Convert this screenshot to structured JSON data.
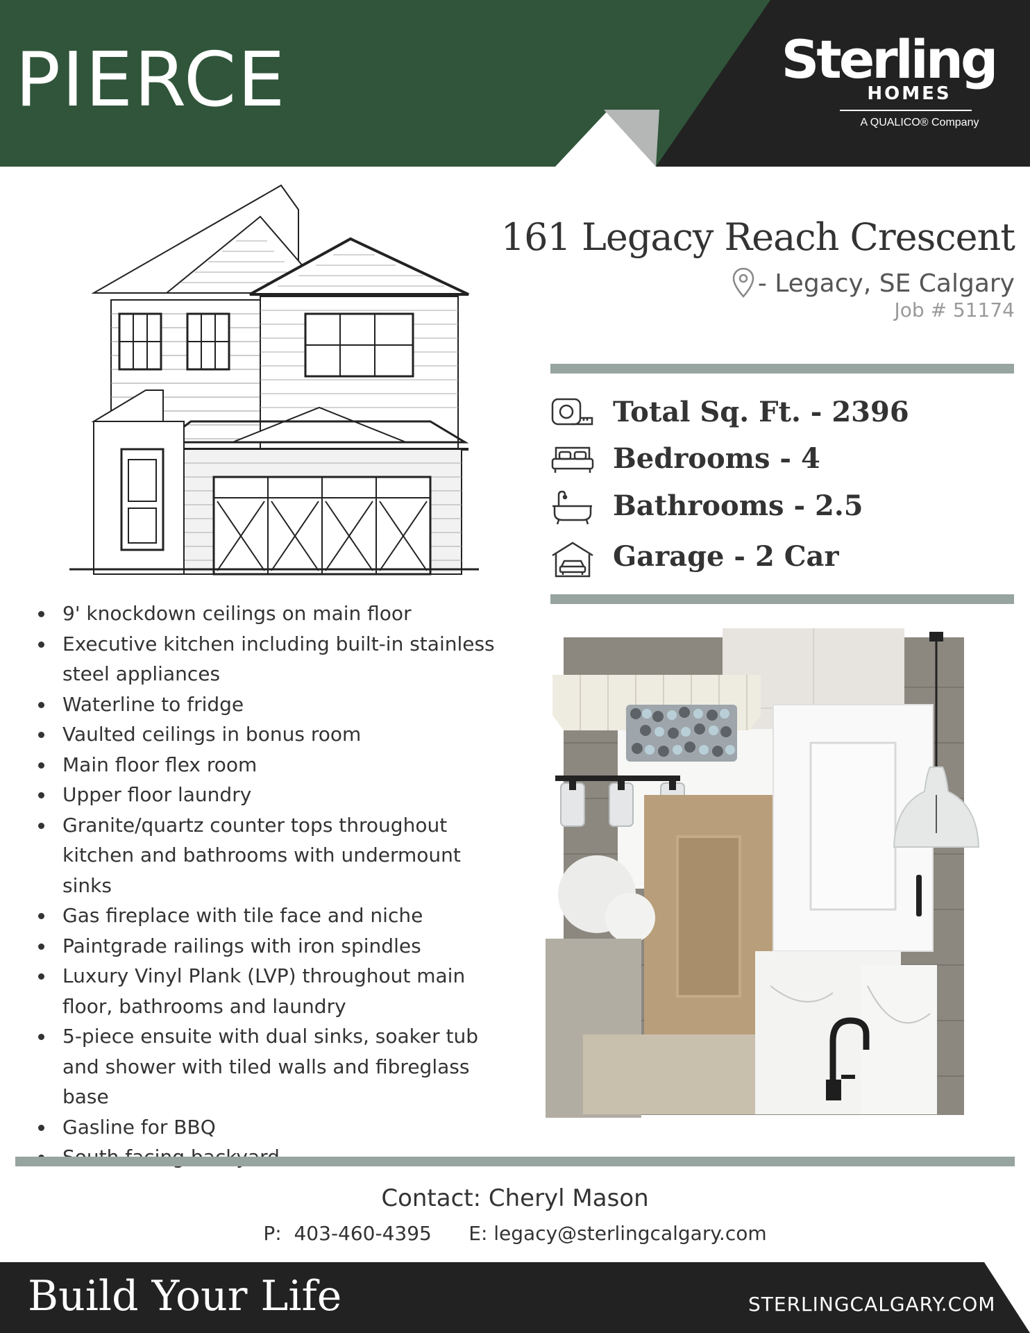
{
  "header": {
    "model_name": "PIERCE",
    "logo": {
      "word": "Sterling",
      "homes": "HOMES",
      "company": "A QUALICO® Company"
    },
    "colors": {
      "green": "#30553a",
      "dark": "#222222",
      "gray": "#b4b7b6"
    }
  },
  "listing": {
    "address": "161 Legacy Reach Crescent",
    "location": "- Legacy, SE Calgary",
    "job": "Job # 51174"
  },
  "specs": [
    {
      "icon": "tape-measure-icon",
      "label": "Total Sq. Ft. - 2396"
    },
    {
      "icon": "bed-icon",
      "label": "Bedrooms - 4"
    },
    {
      "icon": "bathtub-icon",
      "label": "Bathrooms - 2.5"
    },
    {
      "icon": "garage-icon",
      "label": "Garage - 2 Car"
    }
  ],
  "features": [
    "9' knockdown ceilings on main floor",
    "Executive kitchen including built-in stainless steel appliances",
    "Waterline to fridge",
    "Vaulted ceilings in bonus room",
    "Main floor flex room",
    "Upper floor laundry",
    "Granite/quartz counter tops throughout kitchen and bathrooms with undermount sinks",
    "Gas fireplace with tile face and niche",
    "Paintgrade railings with iron spindles",
    "Luxury Vinyl Plank (LVP) throughout main floor, bathrooms and laundry",
    "5-piece ensuite with dual sinks, soaker tub and shower with tiled walls and fibreglass base",
    "Gasline for BBQ",
    "South facing backyard"
  ],
  "contact": {
    "name_line": "Contact: Cheryl Mason",
    "phone_email": "P:  403-460-4395      E: legacy@sterlingcalgary.com"
  },
  "footer": {
    "tagline": "Build Your Life",
    "website": "STERLINGCALGARY.COM"
  }
}
